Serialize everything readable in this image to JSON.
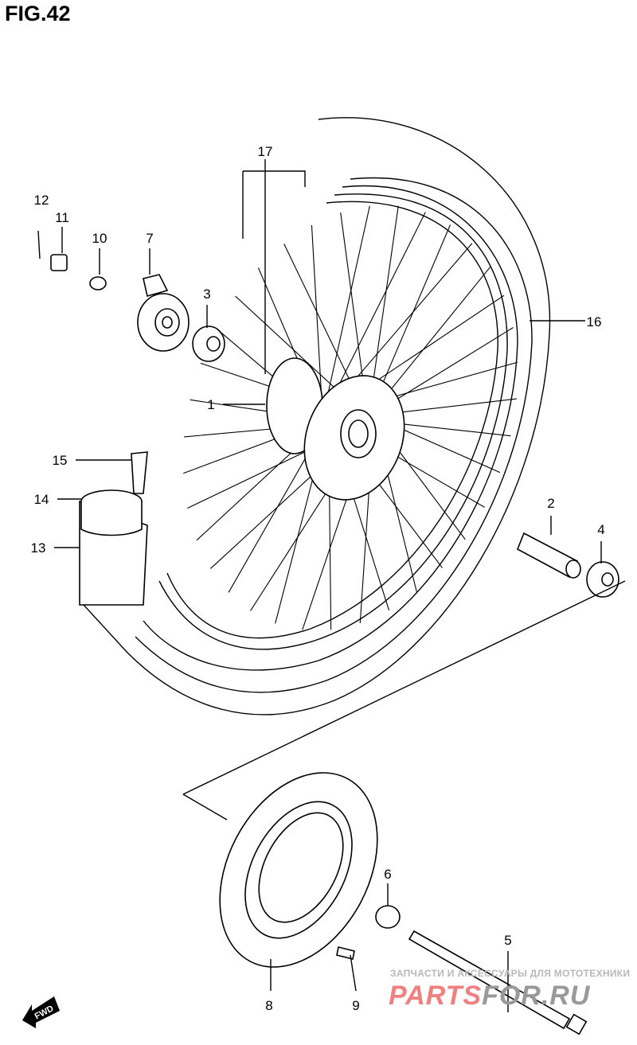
{
  "figure": {
    "title": "FIG.42"
  },
  "callouts": [
    {
      "id": "17",
      "label": "17"
    },
    {
      "id": "12",
      "label": "12"
    },
    {
      "id": "11",
      "label": "11"
    },
    {
      "id": "10",
      "label": "10"
    },
    {
      "id": "7",
      "label": "7"
    },
    {
      "id": "3",
      "label": "3"
    },
    {
      "id": "16",
      "label": "16"
    },
    {
      "id": "1",
      "label": "1"
    },
    {
      "id": "15",
      "label": "15"
    },
    {
      "id": "14",
      "label": "14"
    },
    {
      "id": "13",
      "label": "13"
    },
    {
      "id": "2",
      "label": "2"
    },
    {
      "id": "4",
      "label": "4"
    },
    {
      "id": "6",
      "label": "6"
    },
    {
      "id": "5",
      "label": "5"
    },
    {
      "id": "8",
      "label": "8"
    },
    {
      "id": "9",
      "label": "9"
    }
  ],
  "fwd_badge": {
    "label": "FWD"
  },
  "watermark": {
    "tagline": "ЗАПЧАСТИ И АКСЕССУАРЫ ДЛЯ МОТОТЕХНИКИ",
    "logo_a": "PARTS",
    "logo_b": "FOR.RU"
  }
}
